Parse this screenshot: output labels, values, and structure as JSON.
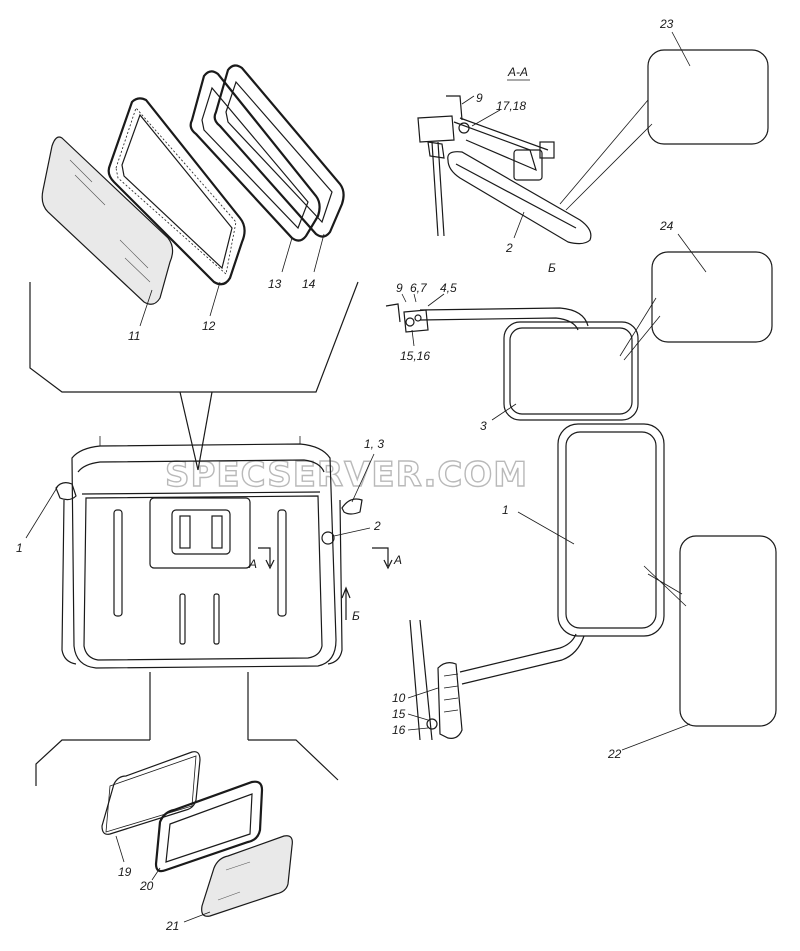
{
  "watermark": "SPECSERVER.COM",
  "section_labels": {
    "section_aa": "А-А",
    "view_b": "Б",
    "arrow_a_left": "А",
    "arrow_a_right": "А",
    "arrow_b": "Б"
  },
  "callouts": {
    "c1_left": "1",
    "c1_3": "1, 3",
    "c2_cab": "2",
    "c2_section": "2",
    "c3": "3",
    "c1_mirror": "1",
    "c4_5": "4,5",
    "c6_7": "6,7",
    "c9_top": "9",
    "c9_mid": "9",
    "c10": "10",
    "c11": "11",
    "c12": "12",
    "c13": "13",
    "c14": "14",
    "c15": "15",
    "c15_16": "15,16",
    "c16": "16",
    "c17_18": "17,18",
    "c19": "19",
    "c20": "20",
    "c21": "21",
    "c22": "22",
    "c23": "23",
    "c24": "24"
  }
}
